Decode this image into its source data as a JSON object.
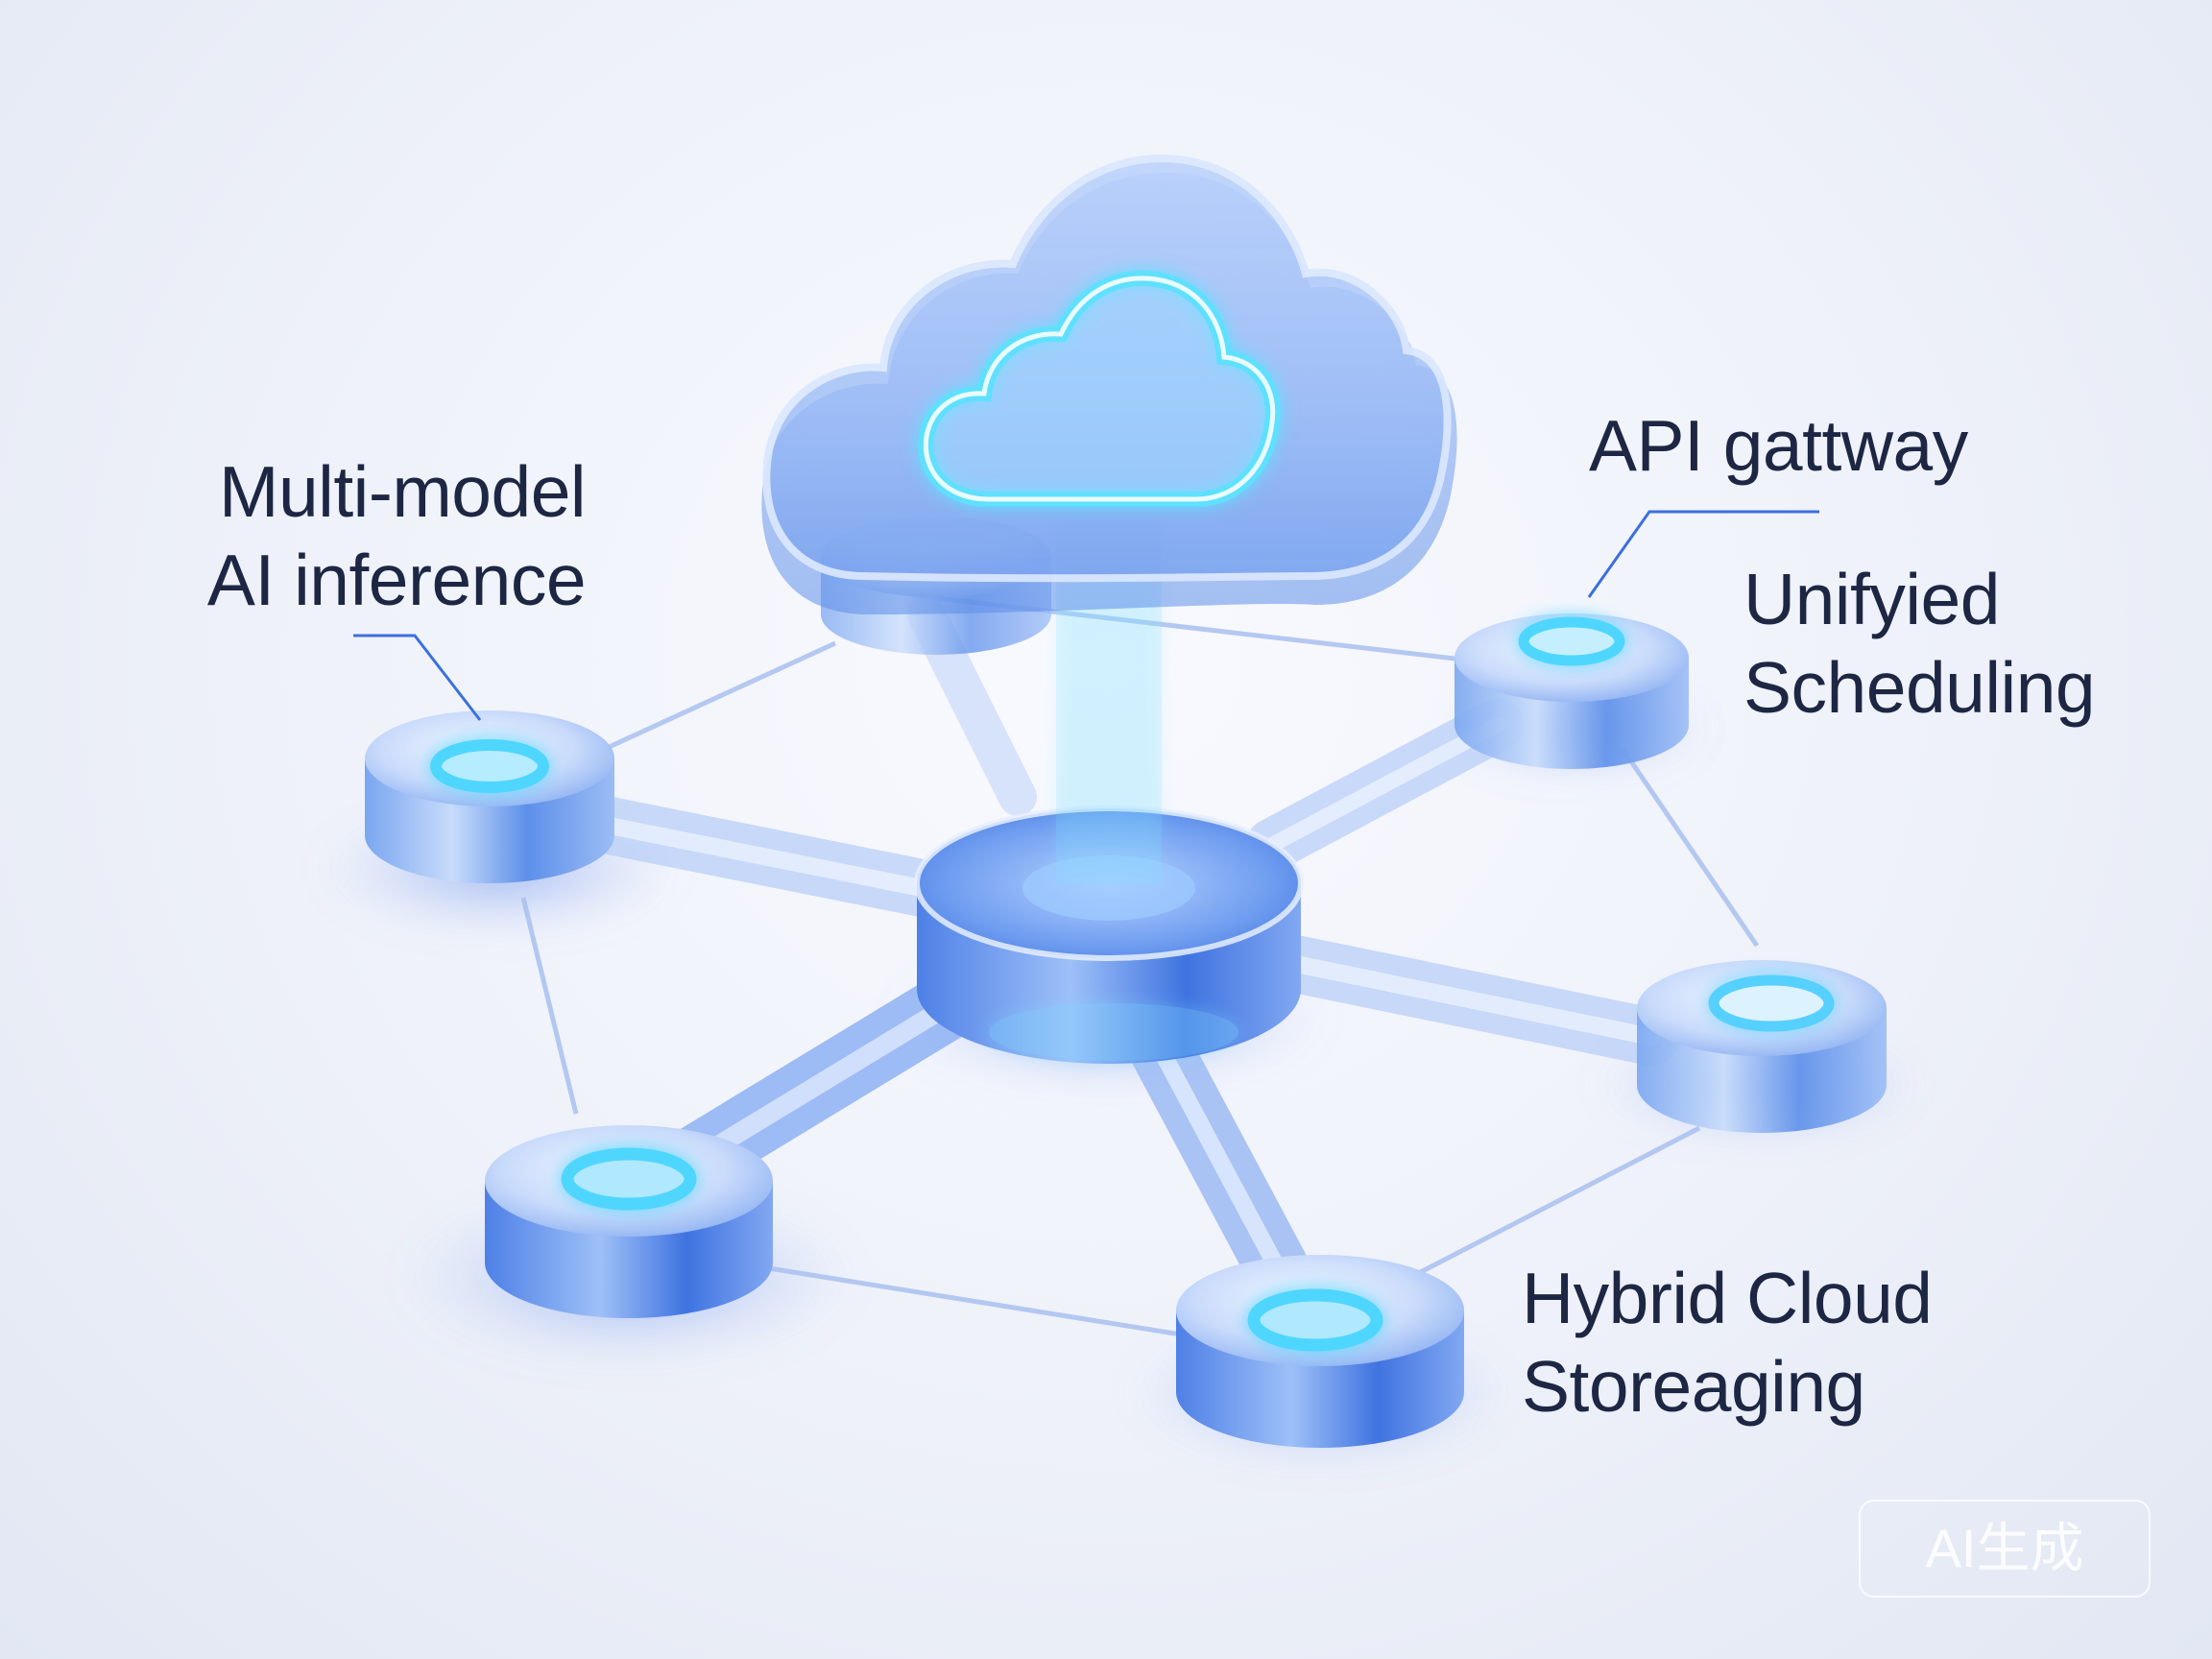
{
  "diagram": {
    "labels": {
      "multi_model_line1": "Multi-model",
      "multi_model_line2": "AI inference",
      "api_gateway": "API gattway",
      "unified_line1": "Unifyied",
      "unified_line2": "Scheduling",
      "hybrid_line1": "Hybrid Cloud",
      "hybrid_line2": "Storeaging"
    },
    "watermark": "AI生成",
    "icons": [
      "cloud-icon",
      "hub-node",
      "network-node"
    ],
    "colors": {
      "glow": "#4fd6ff",
      "glass_blue": "#5b8ff0",
      "text": "#1d2744",
      "background": "#eef1f8"
    }
  }
}
